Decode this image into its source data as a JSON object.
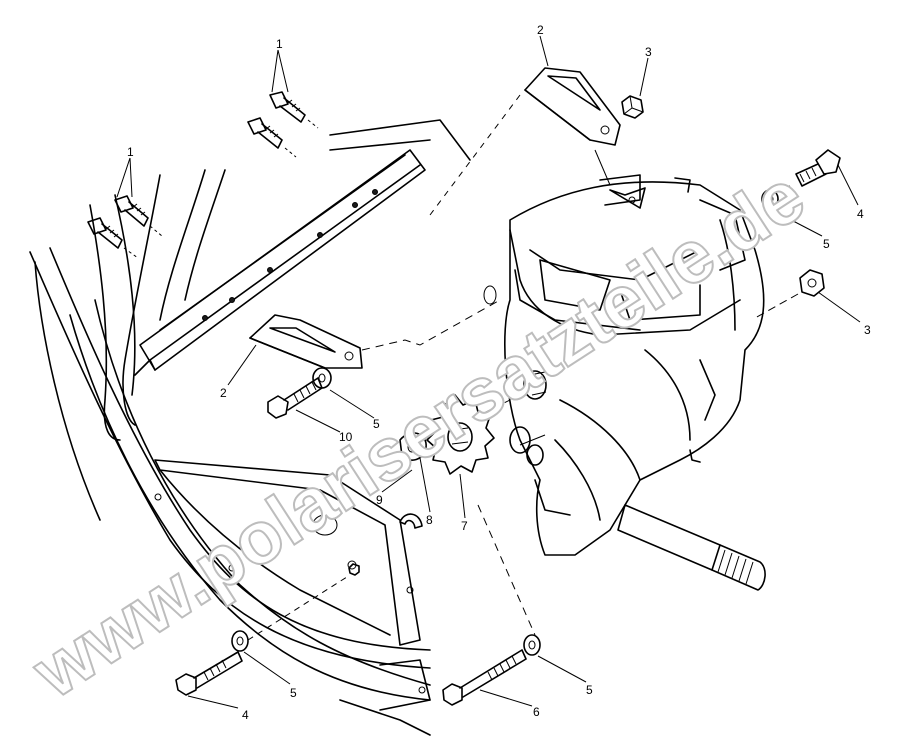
{
  "watermark": {
    "text": "www.polarisersatzteile.de"
  },
  "callouts": {
    "c1a": "1",
    "c1b": "1",
    "c2a": "2",
    "c2b": "2",
    "c3a": "3",
    "c3b": "3",
    "c4a": "4",
    "c4b": "4",
    "c5a": "5",
    "c5b": "5",
    "c5c": "5",
    "c5d": "5",
    "c6": "6",
    "c7": "7",
    "c8": "8",
    "c9": "9",
    "c10": "10"
  }
}
